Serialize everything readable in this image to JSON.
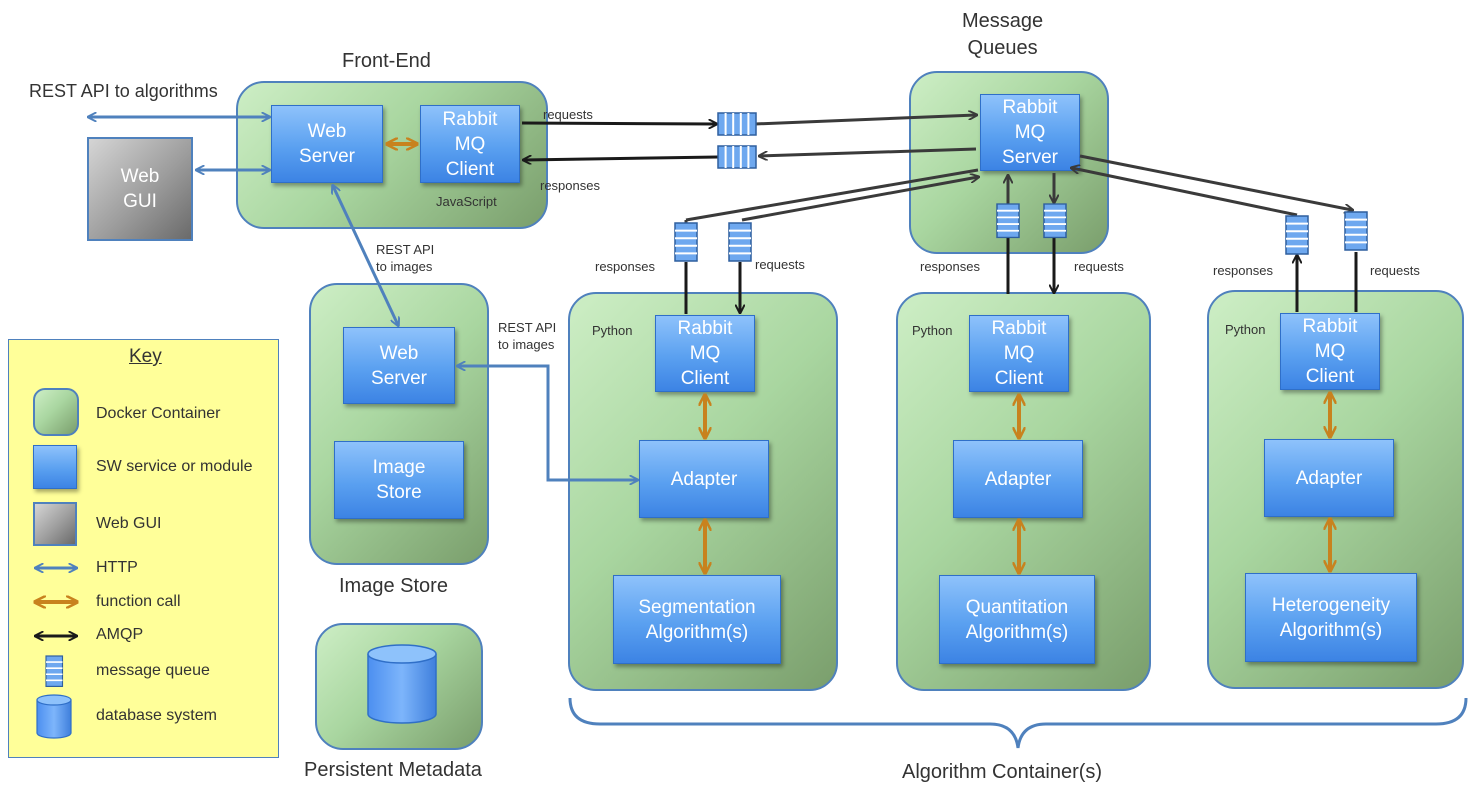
{
  "titles": {
    "front_end": "Front-End",
    "message_queues": "Message\nQueues",
    "image_store": "Image Store",
    "persistent_metadata": "Persistent Metadata",
    "algorithm_containers": "Algorithm Container(s)"
  },
  "front_end": {
    "web_server": "Web\nServer",
    "rabbit_client": "Rabbit\nMQ\nClient",
    "language": "JavaScript",
    "requests_label": "requests",
    "responses_label": "responses"
  },
  "external": {
    "rest_api_algorithms": "REST API to algorithms",
    "web_gui": "Web\nGUI",
    "rest_api_images_top": "REST API\nto images",
    "rest_api_images_side": "REST API\nto images"
  },
  "message_queues": {
    "rabbit_server": "Rabbit\nMQ\nServer"
  },
  "image_store": {
    "web_server": "Web\nServer",
    "image_store": "Image\nStore"
  },
  "algorithm_containers": [
    {
      "language": "Python",
      "rabbit_client": "Rabbit\nMQ\nClient",
      "adapter": "Adapter",
      "algorithm": "Segmentation\nAlgorithm(s)",
      "responses_label": "responses",
      "requests_label": "requests"
    },
    {
      "language": "Python",
      "rabbit_client": "Rabbit\nMQ\nClient",
      "adapter": "Adapter",
      "algorithm": "Quantitation\nAlgorithm(s)",
      "responses_label": "responses",
      "requests_label": "requests"
    },
    {
      "language": "Python",
      "rabbit_client": "Rabbit\nMQ\nClient",
      "adapter": "Adapter",
      "algorithm": "Heterogeneity\nAlgorithm(s)",
      "responses_label": "responses",
      "requests_label": "requests"
    }
  ],
  "key": {
    "title": "Key",
    "items": [
      {
        "label": "Docker Container",
        "icon": "docker-container-swatch"
      },
      {
        "label": "SW service or module",
        "icon": "sw-module-swatch"
      },
      {
        "label": "Web GUI",
        "icon": "web-gui-swatch"
      },
      {
        "label": "HTTP",
        "icon": "http-arrow-icon"
      },
      {
        "label": "function call",
        "icon": "function-call-arrow-icon"
      },
      {
        "label": "AMQP",
        "icon": "amqp-arrow-icon"
      },
      {
        "label": "message queue",
        "icon": "message-queue-icon"
      },
      {
        "label": "database system",
        "icon": "database-icon"
      }
    ]
  },
  "colors": {
    "http": "#4f81bd",
    "function_call": "#c8821e",
    "amqp": "#1a1a1a",
    "container_border": "#4f81bd",
    "key_background": "#ffff99"
  }
}
